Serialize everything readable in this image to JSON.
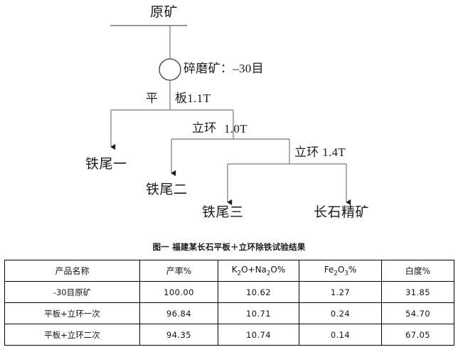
{
  "flowchart": {
    "feed_label": "原矿",
    "grind_label": "碎磨矿：–30目",
    "stage1_left": "平",
    "stage1_right": "板1.1T",
    "stage2_left": "立环",
    "stage2_right": "1.0T",
    "stage3_label": "立环 1.4T",
    "product_tailing1": "铁尾一",
    "product_tailing2": "铁尾二",
    "product_tailing3": "铁尾三",
    "product_concentrate": "长石精矿",
    "line_color": "#555555",
    "text_color": "#1a1a1a"
  },
  "caption": {
    "text": "图一 福建某长石平板＋立环除铁试验结果"
  },
  "table": {
    "headers": {
      "product": "产品名称",
      "yield": "产率%",
      "alkali_pre": "K",
      "alkali_sub1": "2",
      "alkali_mid": "O+Na",
      "alkali_sub2": "2",
      "alkali_post": "O%",
      "iron_pre": "Fe",
      "iron_sub1": "2",
      "iron_mid": "O",
      "iron_sub2": "3",
      "iron_post": "%",
      "whiteness": "白度%"
    },
    "rows": [
      {
        "product": "-30目原矿",
        "yield": "100.00",
        "alkali": "10.62",
        "iron": "1.27",
        "whiteness": "31.85"
      },
      {
        "product": "平板+立环一次",
        "yield": "96.84",
        "alkali": "10.71",
        "iron": "0.24",
        "whiteness": "54.70"
      },
      {
        "product": "平板+立环二次",
        "yield": "94.35",
        "alkali": "10.74",
        "iron": "0.14",
        "whiteness": "67.05"
      }
    ]
  }
}
